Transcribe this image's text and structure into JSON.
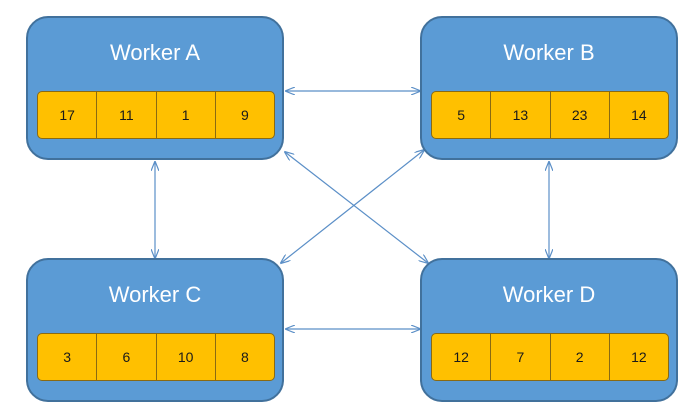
{
  "workers": [
    {
      "title": "Worker A",
      "values": [
        "17",
        "11",
        "1",
        "9"
      ]
    },
    {
      "title": "Worker B",
      "values": [
        "5",
        "13",
        "23",
        "14"
      ]
    },
    {
      "title": "Worker C",
      "values": [
        "3",
        "6",
        "10",
        "8"
      ]
    },
    {
      "title": "Worker D",
      "values": [
        "12",
        "7",
        "2",
        "12"
      ]
    }
  ],
  "colors": {
    "worker_fill": "#5b9bd5",
    "worker_border": "#41719c",
    "cell_fill": "#ffc000",
    "arrow": "#5b8fc7"
  }
}
